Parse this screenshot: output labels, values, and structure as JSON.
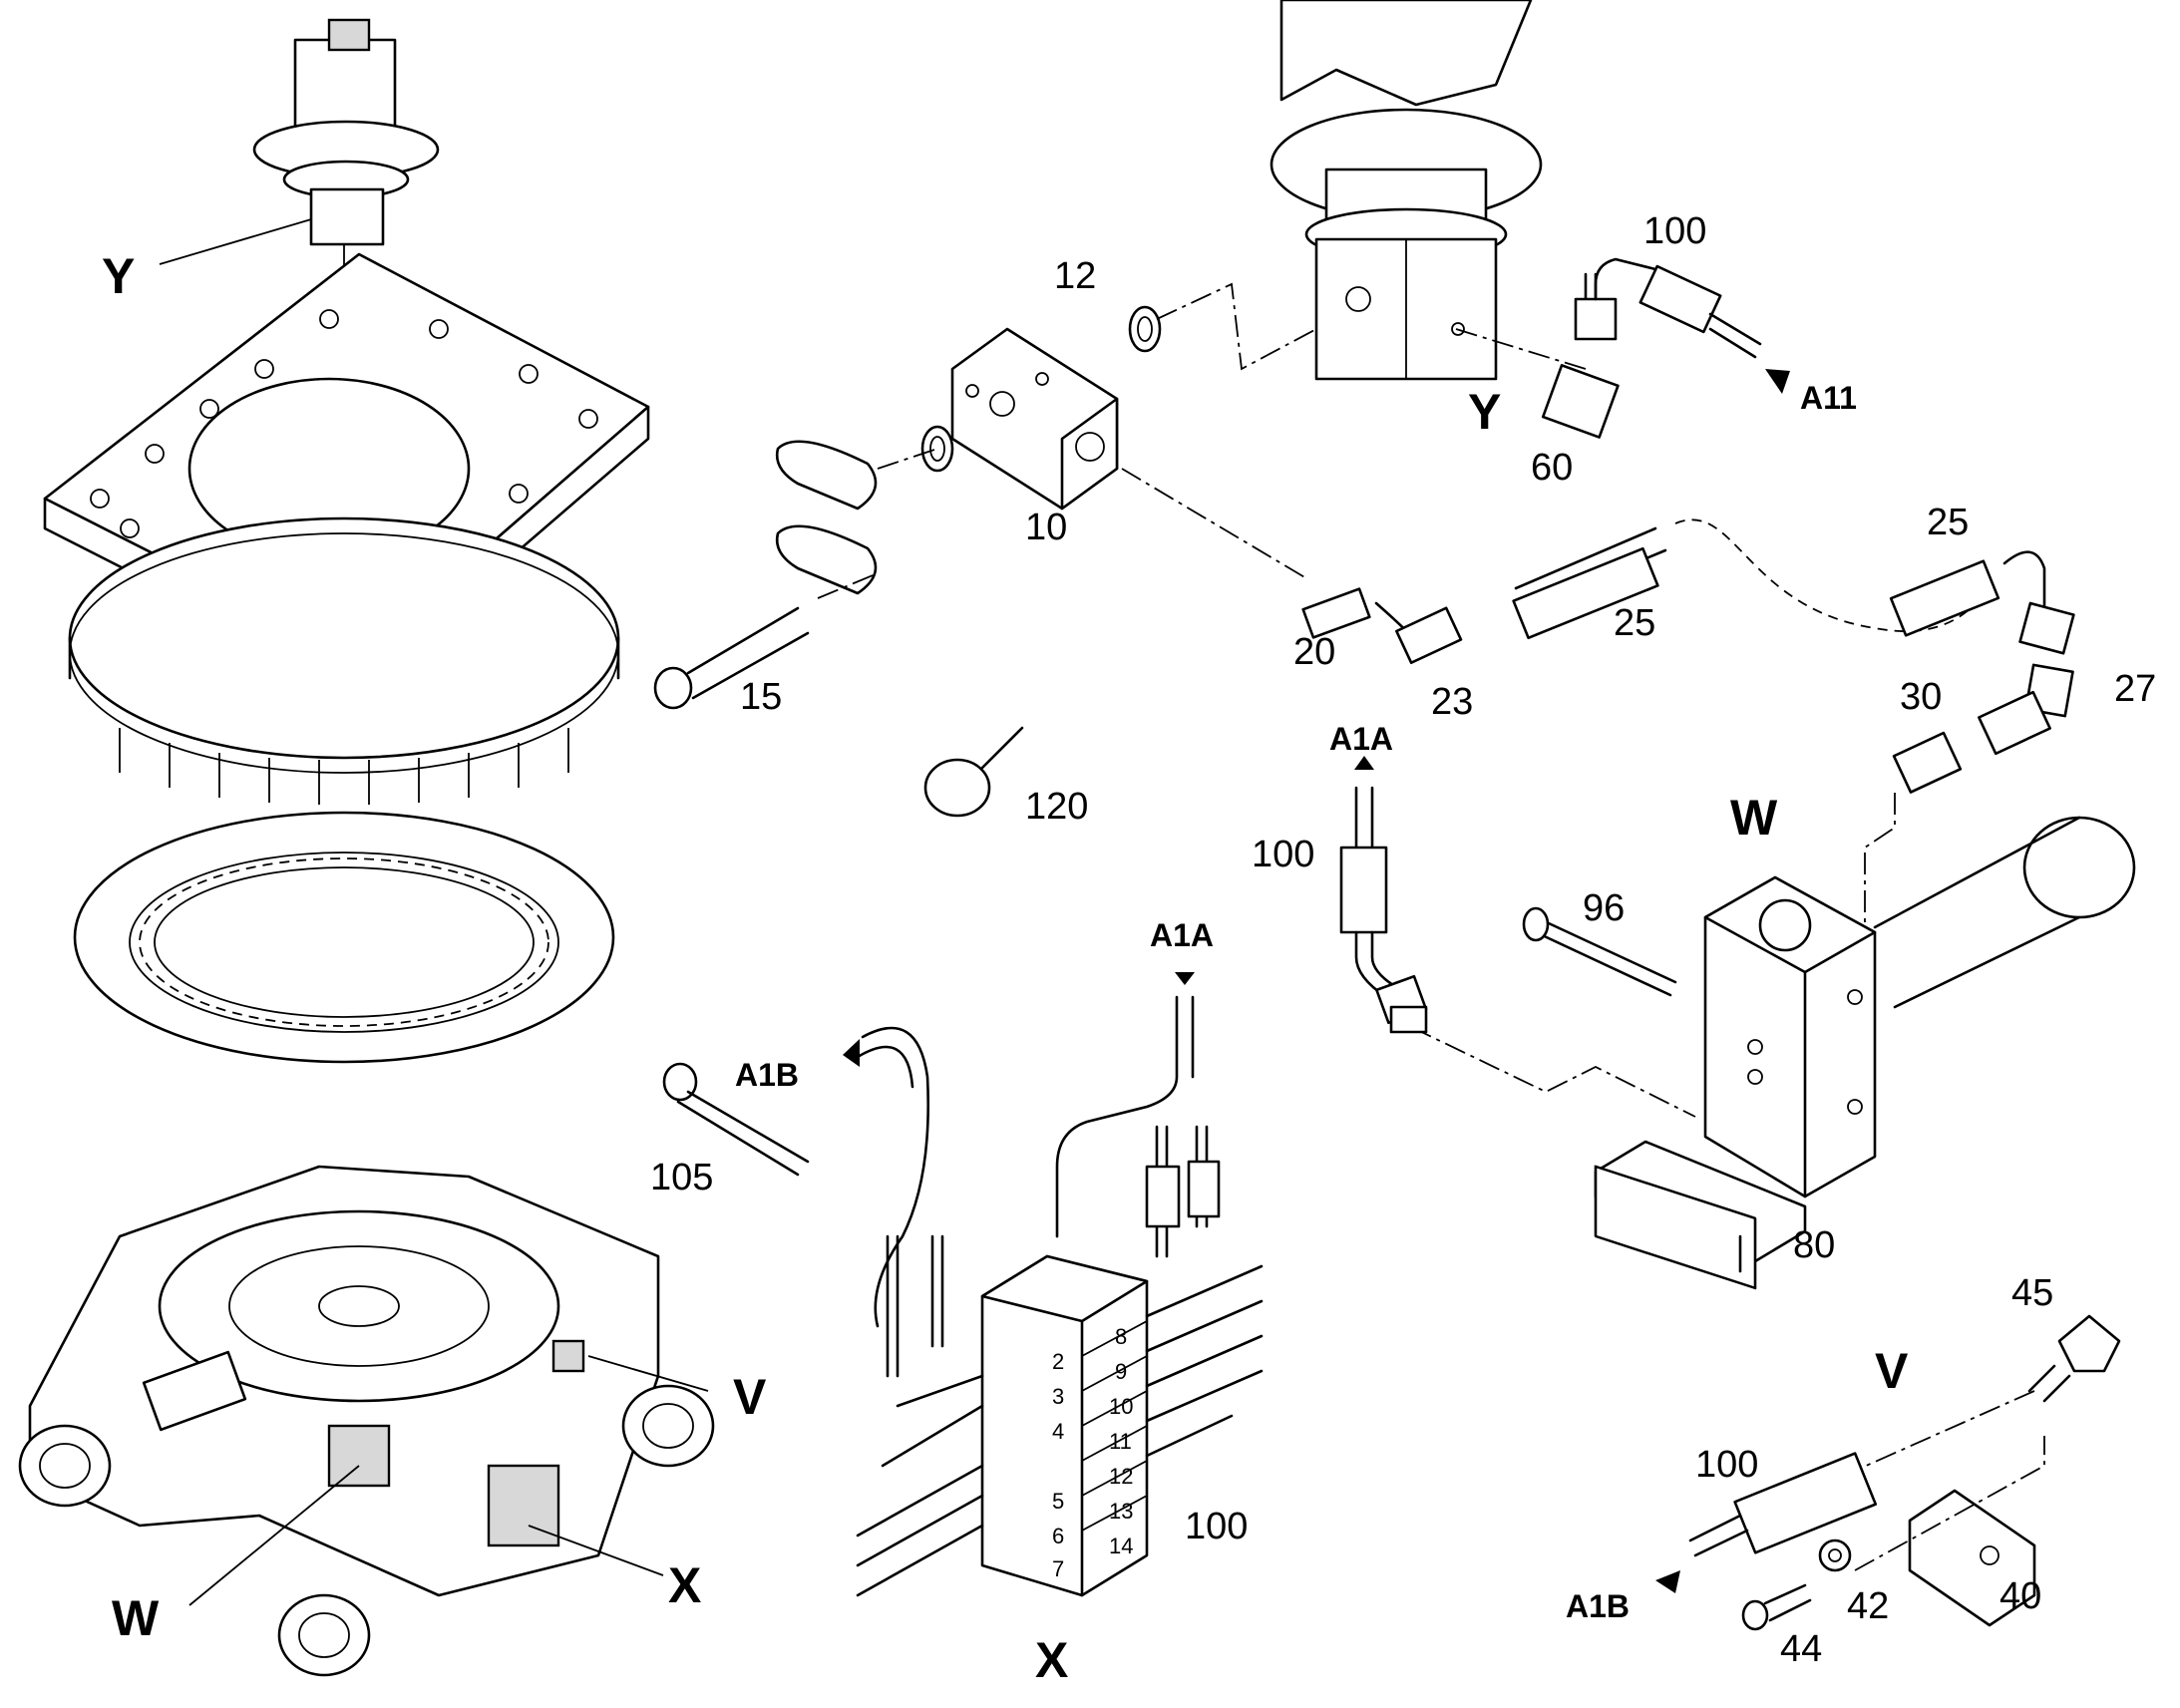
{
  "labels": {
    "y_left": "Y",
    "y_right": "Y",
    "w_left": "W",
    "w_right": "W",
    "v_left": "V",
    "v_right": "V",
    "x_left": "X",
    "x_bottom": "X",
    "p10": "10",
    "p12": "12",
    "p15": "15",
    "p20": "20",
    "p23": "23",
    "p25a": "25",
    "p25b": "25",
    "p27": "27",
    "p30": "30",
    "p40": "40",
    "p42": "42",
    "p44": "44",
    "p45": "45",
    "p60": "60",
    "p80": "80",
    "p96": "96",
    "p100a": "100",
    "p100b": "100",
    "p100c": "100",
    "p100d": "100",
    "p105": "105",
    "p120": "120",
    "a11": "A11",
    "a1a_top": "A1A",
    "a1a_mid": "A1A",
    "a1b_mid": "A1B",
    "a1b_bottom": "A1B"
  },
  "distributor_outlets": [
    "2",
    "3",
    "4",
    "5",
    "6",
    "7",
    "8",
    "9",
    "10",
    "11",
    "12",
    "13",
    "14"
  ]
}
